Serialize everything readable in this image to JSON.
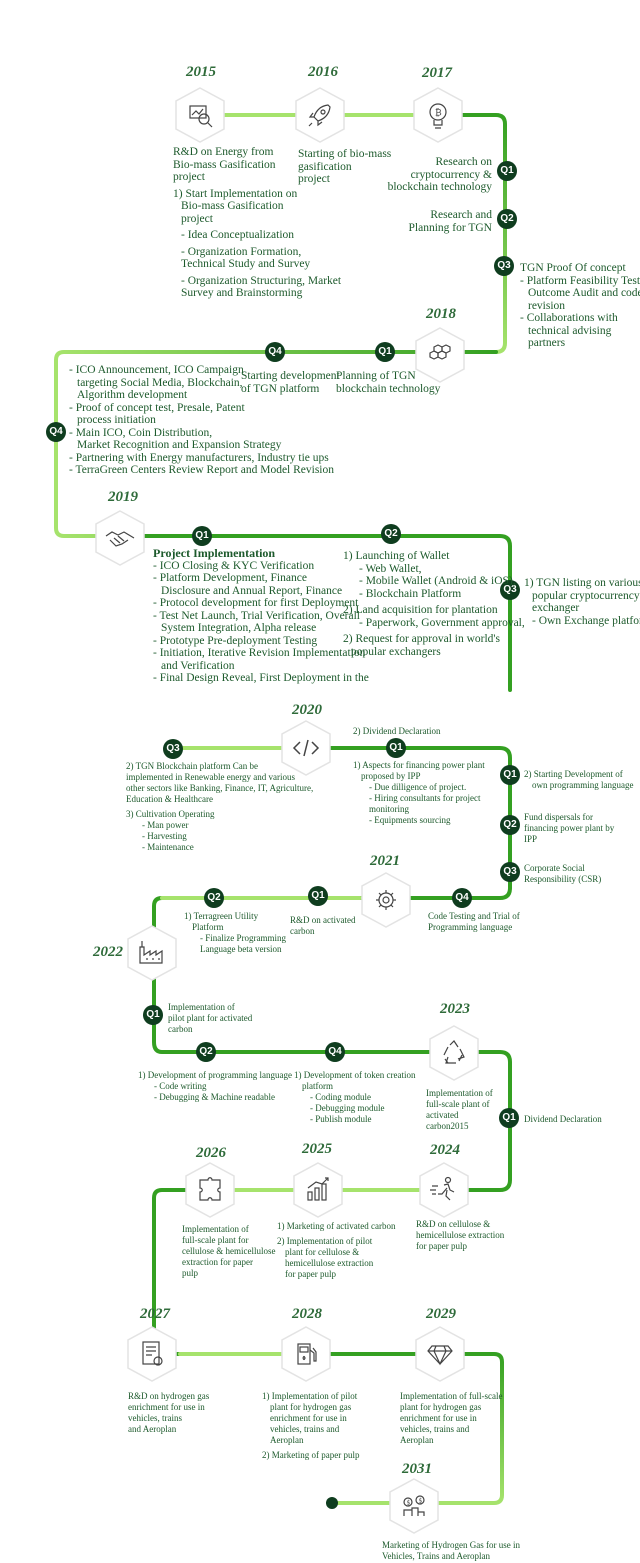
{
  "colors": {
    "line_dark": "#34a021",
    "line_light": "#a6e36c",
    "badge": "#0f3d1f",
    "year": "#2f6b3a",
    "text": "#1d5a2c"
  },
  "years": {
    "y2015": "2015",
    "y2016": "2016",
    "y2017": "2017",
    "y2018": "2018",
    "y2019": "2019",
    "y2020": "2020",
    "y2021": "2021",
    "y2022": "2022",
    "y2023": "2023",
    "y2024": "2024",
    "y2025": "2025",
    "y2026": "2026",
    "y2027": "2027",
    "y2028": "2028",
    "y2029": "2029",
    "y2031": "2031"
  },
  "icons": [
    "magnifier-chart-icon",
    "rocket-icon",
    "bulb-bitcoin-icon",
    "hexagon-cells-icon",
    "handshake-icon",
    "code-icon",
    "gear-icon",
    "factory-icon",
    "recycle-icon",
    "runner-icon",
    "bar-chart-icon",
    "puzzle-icon",
    "document-icon",
    "fuel-pump-icon",
    "diamond-icon",
    "coins-icon"
  ],
  "sec2015": {
    "l1": "R&D on Energy from",
    "l2": "Bio-mass Gasification",
    "l3": "project",
    "l4": "1) Start Implementation on",
    "l5": "Bio-mass Gasification",
    "l6": "project",
    "l7": "- Idea Conceptualization",
    "l8": "- Organization Formation,",
    "l9": "Technical Study and Survey",
    "l10": "- Organization Structuring, Market",
    "l11": "Survey and Brainstorming"
  },
  "sec2016": {
    "l1": "Starting of bio-mass",
    "l2": "gasification",
    "l3": "project"
  },
  "sec2017": {
    "q1": "Q1",
    "q2": "Q2",
    "q3": "Q3",
    "a1": "Research on",
    "a2": "cryptocurrency &",
    "a3": "blockchain technology",
    "b1": "Research and",
    "b2": "Planning for TGN",
    "c1": "TGN Proof Of concept",
    "c2": "- Platform Feasibility Test,",
    "c3": "Outcome Audit and code",
    "c4": "revision",
    "c5": "-  Collaborations with",
    "c6": "technical advising",
    "c7": "partners"
  },
  "sec2018": {
    "q1": "Q1",
    "q4": "Q4",
    "qx": "Q4",
    "a1": "Planning of TGN",
    "a2": "blockchain technology",
    "b1": "Starting development",
    "b2": "of TGN platform",
    "l1": "- ICO Announcement, ICO Campaign",
    "l2": "targeting Social Media, Blockchain,",
    "l3": "Algorithm development",
    "l4": "- Proof of concept test, Presale, Patent",
    "l5": "process initiation",
    "l6": "- Main ICO, Coin Distribution,",
    "l7": "Market Recognition and Expansion Strategy",
    "l8": "- Partnering with Energy manufacturers, Industry tie ups",
    "l9": "- TerraGreen Centers Review Report and Model Revision"
  },
  "sec2019": {
    "q1": "Q1",
    "q2": "Q2",
    "q3": "Q3",
    "head": "Project Implementation",
    "l1": "- ICO Closing & KYC Verification",
    "l2": "- Platform Development, Finance",
    "l3": "Disclosure and Annual Report, Finance",
    "l4": "- Protocol development for first Deployment",
    "l5": "- Test Net Launch, Trial Verification, Overall",
    "l6": "System Integration, Alpha release",
    "l7": "- Prototype Pre-deployment Testing",
    "l8": "- Initiation, Iterative Revision Implementation",
    "l9": "and Verification",
    "l10": "- Final Design Reveal, First Deployment in the",
    "m1": "1) Launching of  Wallet",
    "m2": "- Web Wallet,",
    "m3": "- Mobile Wallet (Android & iOS),",
    "m4": "- Blockchain Platform",
    "m5": "2) Land acquisition for plantation",
    "m6": "- Paperwork, Government approval,",
    "m7": "2) Request for approval in world's",
    "m8": "popular exchangers",
    "r1": "1) TGN listing on various",
    "r2": "popular  cryptocurrency",
    "r3": "exchanger",
    "r4": "- Own Exchange platform"
  },
  "sec2020": {
    "q1": "Q1",
    "q3": "Q3",
    "rq1": "Q1",
    "rq2": "Q2",
    "rq3": "Q3",
    "div": "2) Dividend Declaration",
    "a1": "1) Aspects for financing power plant",
    "a2": "proposed by IPP",
    "a3": "- Due dilligence of project.",
    "a4": "- Hiring consultants for project",
    "a5": "monitoring",
    "a6": "- Equipments sourcing",
    "l1": "2) TGN  Blockchain platform Can be",
    "l2": "implemented in Renewable energy and various",
    "l3": "other sectors like Banking, Finance, IT, Agriculture,",
    "l4": "Education & Healthcare",
    "l5": "3) Cultivation Operating",
    "l6": "- Man power",
    "l7": "- Harvesting",
    "l8": "- Maintenance",
    "r1": "2) Starting Development of",
    "r2": "own programming language",
    "r3": "Fund dispersals for",
    "r4": "financing power plant by",
    "r5": "IPP",
    "r6": "Corporate Social",
    "r7": "Responsibility (CSR)"
  },
  "sec2021": {
    "q1": "Q1",
    "q2": "Q2",
    "q4": "Q4",
    "a1": "R&D on activated",
    "a2": "carbon",
    "b1": "Code Testing and Trial of",
    "b2": "Programming language",
    "c1": "1) Terragreen Utility",
    "c2": "Platform",
    "c3": "- Finalize Programming",
    "c4": "Language beta version"
  },
  "sec2022": {
    "q1": "Q1",
    "q2": "Q2",
    "q4": "Q4",
    "a1": "Implementation of",
    "a2": "pilot plant for activated",
    "a3": "carbon",
    "b1": "1) Development of programming language",
    "b2": "- Code writing",
    "b3": "- Debugging & Machine readable",
    "c1": "1) Development of token creation",
    "c2": "platform",
    "c3": "- Coding module",
    "c4": "- Debugging module",
    "c5": "- Publish module"
  },
  "sec2023": {
    "q1": "Q1",
    "div": "Dividend Declaration",
    "a1": "Implementation of",
    "a2": "full-scale plant of",
    "a3": "activated",
    "a4": "carbon2015"
  },
  "sec2024": {
    "a1": "R&D on cellulose &",
    "a2": "hemicellulose extraction",
    "a3": "for paper pulp"
  },
  "sec2025": {
    "a1": "1) Marketing of activated carbon",
    "a2": "2) Implementation of pilot",
    "a3": "plant for cellulose &",
    "a4": "hemicellulose extraction",
    "a5": "for paper pulp"
  },
  "sec2026": {
    "a1": "Implementation of",
    "a2": "full-scale plant for",
    "a3": "cellulose & hemicellulose",
    "a4": "extraction for paper",
    "a5": "pulp"
  },
  "sec2027": {
    "a1": "R&D on hydrogen gas",
    "a2": "enrichment for use in",
    "a3": "vehicles, trains",
    "a4": "and Aeroplan"
  },
  "sec2028": {
    "a1": "1) Implementation of pilot",
    "a2": "plant for hydrogen gas",
    "a3": "enrichment for use in",
    "a4": "vehicles, trains and",
    "a5": "Aeroplan",
    "a6": "2) Marketing of paper pulp"
  },
  "sec2029": {
    "a1": "Implementation of full-scale",
    "a2": "plant for hydrogen gas",
    "a3": "enrichment for use in",
    "a4": "vehicles, trains and",
    "a5": "Aeroplan"
  },
  "sec2031": {
    "a1": "Marketing of Hydrogen Gas for use in",
    "a2": "Vehicles, Trains and Aeroplan"
  }
}
